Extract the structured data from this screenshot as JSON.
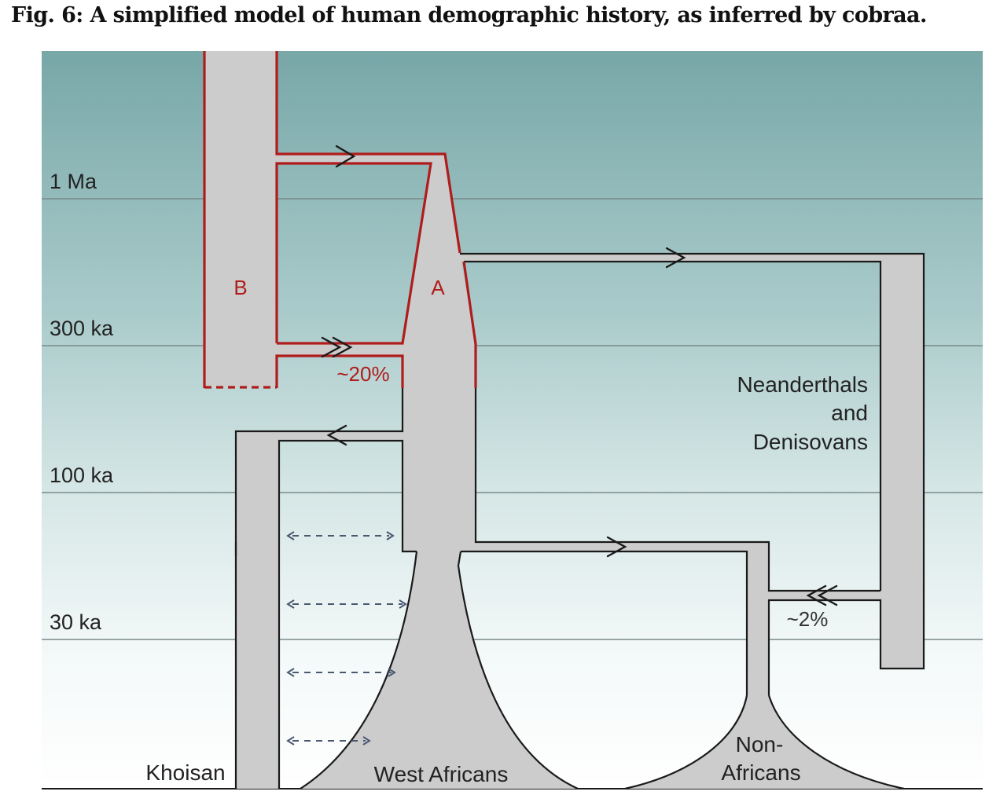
{
  "figure": {
    "title": "Fig. 6: A simplified model of human demographic history, as inferred by cobraa."
  },
  "time_axis": {
    "labels": [
      "1 Ma",
      "300 ka",
      "100 ka",
      "30 ka"
    ]
  },
  "populations": {
    "ancestral_a": "A",
    "ancestral_b": "B",
    "khoisan": "Khoisan",
    "west_africans": "West Africans",
    "non_africans_line1": "Non-",
    "non_africans_line2": "Africans",
    "archaic_line1": "Neanderthals",
    "archaic_line2": "and",
    "archaic_line3": "Denisovans"
  },
  "admixture": {
    "b_to_a_percent": "~20%",
    "archaic_to_nonafrican_percent": "~2%"
  },
  "colors": {
    "background_top": "#78a7a8",
    "background_bottom": "#ffffff",
    "population_fill": "#cccccc",
    "outline": "#1a1a1a",
    "structured_highlight": "#b01c1c",
    "migration_arrow": "#4a5870",
    "gridline": "#7a8a8a"
  }
}
